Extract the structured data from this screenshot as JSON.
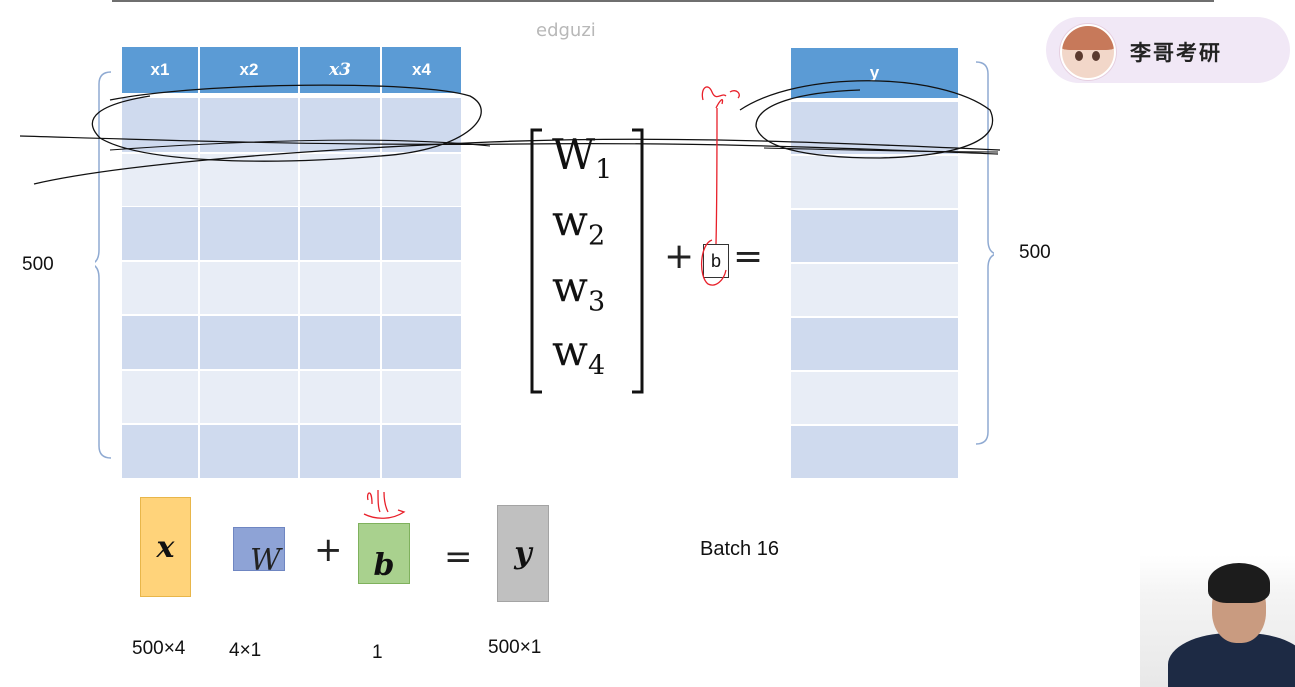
{
  "watermark": "edguzi",
  "brand": {
    "name": "李哥考研"
  },
  "left_table": {
    "headers": [
      "x1",
      "x2",
      "x3",
      "x4"
    ],
    "row_count_label": "500"
  },
  "right_table": {
    "header": "y",
    "row_count_label": "500"
  },
  "matrix": {
    "entries": [
      {
        "base": "W",
        "sub": "1"
      },
      {
        "base": "w",
        "sub": "2"
      },
      {
        "base": "w",
        "sub": "3"
      },
      {
        "base": "w",
        "sub": "4"
      }
    ],
    "plus": "+",
    "bias": "b",
    "equals": "="
  },
  "equation": {
    "x": "x",
    "W": "W",
    "plus": "+",
    "b": "b",
    "equals": "=",
    "y": "y",
    "dims": {
      "x": "500×4",
      "W": "4×1",
      "b": "1",
      "y": "500×1"
    }
  },
  "batch_label": "Batch 16",
  "colors": {
    "header_blue": "#5b9bd5",
    "row_dark": "#cfdaee",
    "row_light": "#e8edf6",
    "x_block": "#ffd37a",
    "w_block": "#8ea3d6",
    "b_block": "#a9d18e",
    "y_block": "#c0c0c0",
    "annotation_red": "#e8202a"
  }
}
